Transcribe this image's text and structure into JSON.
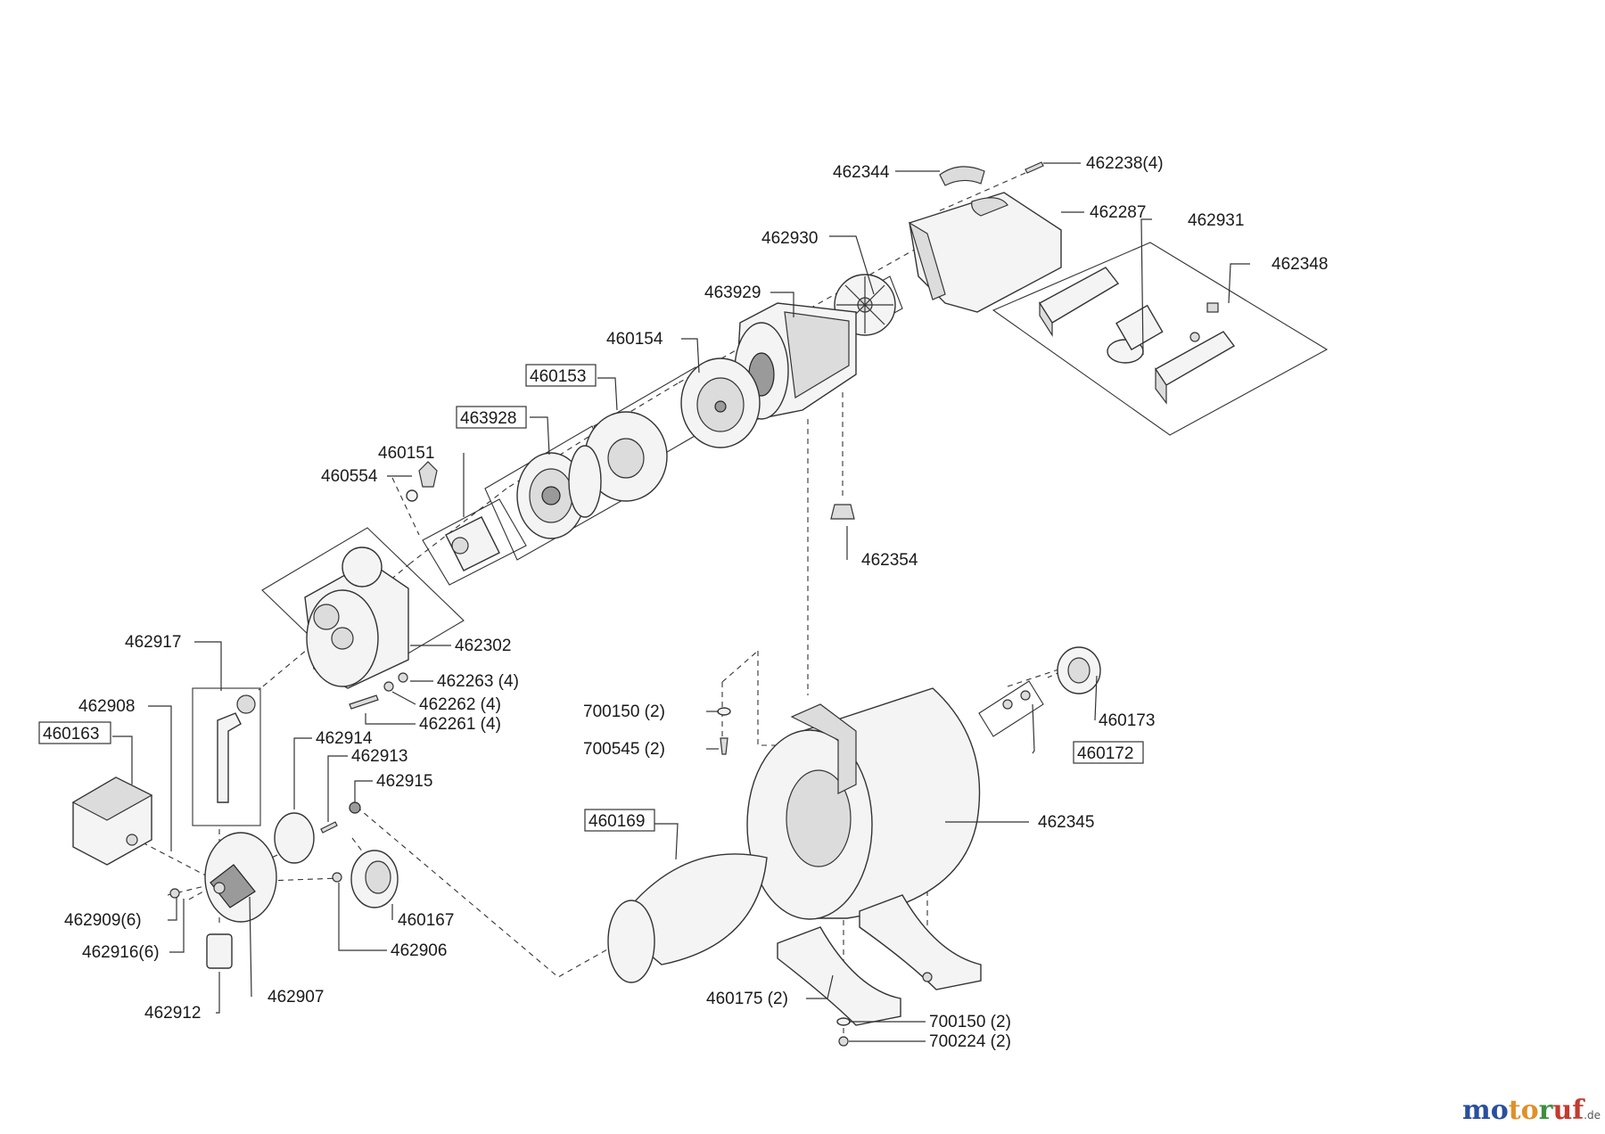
{
  "labels": [
    {
      "id": "462344",
      "text": "462344",
      "boxed": false
    },
    {
      "id": "462238",
      "text": "462238(4)",
      "boxed": false
    },
    {
      "id": "462287",
      "text": "462287",
      "boxed": false
    },
    {
      "id": "462931",
      "text": "462931",
      "boxed": false
    },
    {
      "id": "462930",
      "text": "462930",
      "boxed": false
    },
    {
      "id": "462348",
      "text": "462348",
      "boxed": false
    },
    {
      "id": "463929",
      "text": "463929",
      "boxed": false
    },
    {
      "id": "460154",
      "text": "460154",
      "boxed": false
    },
    {
      "id": "460153",
      "text": "460153",
      "boxed": true
    },
    {
      "id": "463928",
      "text": "463928",
      "boxed": true
    },
    {
      "id": "460151",
      "text": "460151",
      "boxed": false
    },
    {
      "id": "460554",
      "text": "460554",
      "boxed": false
    },
    {
      "id": "462354",
      "text": "462354",
      "boxed": false
    },
    {
      "id": "462917",
      "text": "462917",
      "boxed": false
    },
    {
      "id": "462302",
      "text": "462302",
      "boxed": false
    },
    {
      "id": "462263",
      "text": "462263 (4)",
      "boxed": false
    },
    {
      "id": "462262",
      "text": "462262 (4)",
      "boxed": false
    },
    {
      "id": "462261",
      "text": "462261 (4)",
      "boxed": false
    },
    {
      "id": "462908",
      "text": "462908",
      "boxed": false
    },
    {
      "id": "460163",
      "text": "460163",
      "boxed": true
    },
    {
      "id": "462914",
      "text": "462914",
      "boxed": false
    },
    {
      "id": "462913",
      "text": "462913",
      "boxed": false
    },
    {
      "id": "462915",
      "text": "462915",
      "boxed": false
    },
    {
      "id": "700150a",
      "text": "700150 (2)",
      "boxed": false
    },
    {
      "id": "700545",
      "text": "700545 (2)",
      "boxed": false
    },
    {
      "id": "460173",
      "text": "460173",
      "boxed": false
    },
    {
      "id": "460172",
      "text": "460172",
      "boxed": true
    },
    {
      "id": "460169",
      "text": "460169",
      "boxed": true
    },
    {
      "id": "462345",
      "text": "462345",
      "boxed": false
    },
    {
      "id": "462909",
      "text": "462909(6)",
      "boxed": false
    },
    {
      "id": "460167",
      "text": "460167",
      "boxed": false
    },
    {
      "id": "462916",
      "text": "462916(6)",
      "boxed": false
    },
    {
      "id": "462906",
      "text": "462906",
      "boxed": false
    },
    {
      "id": "462907",
      "text": "462907",
      "boxed": false
    },
    {
      "id": "462912",
      "text": "462912",
      "boxed": false
    },
    {
      "id": "460175",
      "text": "460175 (2)",
      "boxed": false
    },
    {
      "id": "700150b",
      "text": "700150 (2)",
      "boxed": false
    },
    {
      "id": "700224",
      "text": "700224 (2)",
      "boxed": false
    }
  ],
  "logo": {
    "part1": "mo",
    "part2": "to",
    "part3": "r",
    "part4": "uf",
    "tld": ".de"
  }
}
